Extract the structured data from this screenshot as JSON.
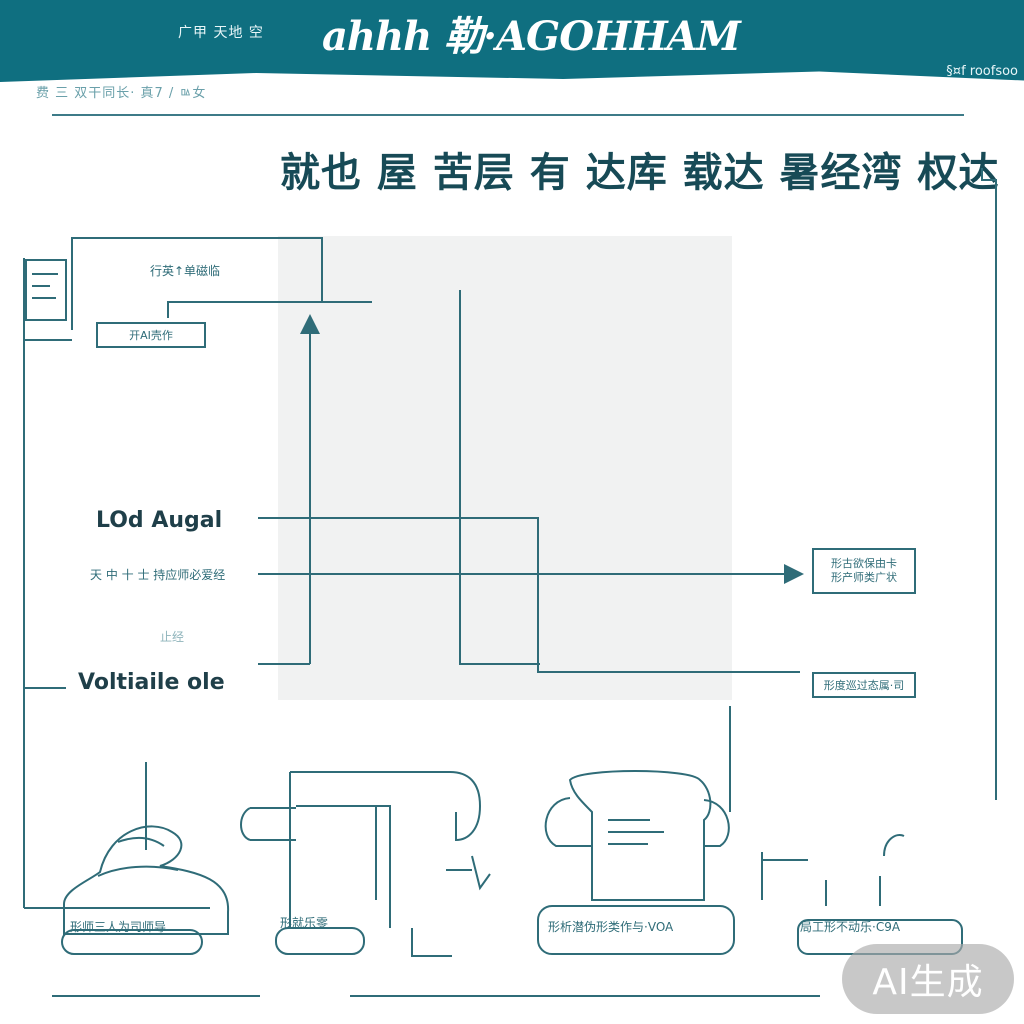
{
  "header": {
    "small_label": "广甲 天地 空",
    "title": "ahhh 勒·AGOHHAM",
    "right_label": "§¤f roofsoo",
    "subheader": "费 三 双干同长· 真7 / ㅰ女"
  },
  "heading": "就也 屋 苦层 有 达库 载达 暑经湾 权达",
  "diagram": {
    "top_left_label": "行英↑单磁临",
    "top_left_box": "开AI壳作",
    "load_label": "LOd Augal",
    "mid_label": "天 中 十 士 持应师必爱经",
    "small_label": "止经",
    "voltage_label": "Voltiaile ole",
    "right_box_1": "形古欲保由卡\n形产师类广状",
    "right_box_2": "形度巡过态属·司"
  },
  "devices": {
    "label_1": "形师三人为司师导",
    "label_2": "形就乐零",
    "label_3": "形析潜伪形类作与·VOA",
    "label_4": "局工形不动乐·C9A"
  },
  "watermark": "AI生成",
  "colors": {
    "banner": "#0f6f80",
    "ink": "#1f4f5a",
    "line": "#2f6c78",
    "panel": "#f1f2f2"
  }
}
